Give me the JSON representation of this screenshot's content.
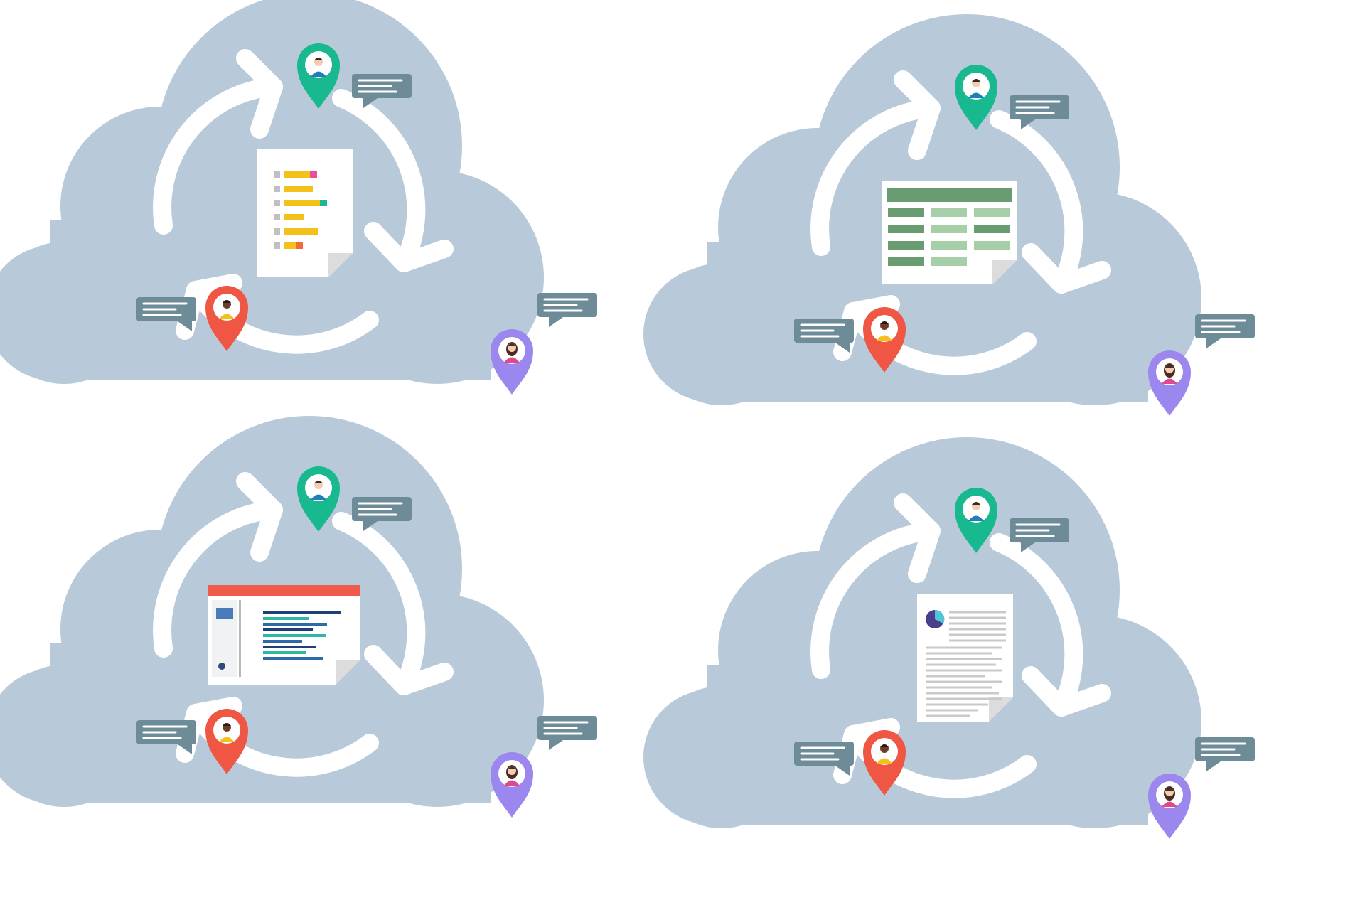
{
  "colors": {
    "background": "#ffffff",
    "cloud": "#b8c9d9",
    "arrow": "#ffffff",
    "bubble": "#6e8b98",
    "bubble_line": "#ffffff",
    "pin_green": "#18b98f",
    "pin_red": "#ef5643",
    "pin_purple": "#9b87ee",
    "paper": "#ffffff",
    "paper_fold": "#dcdcdc"
  },
  "clouds": [
    {
      "name": "cloud-collaboration-document-chart",
      "document_type": "bar-chart-document",
      "document_icon": "bar-list-document-icon"
    },
    {
      "name": "cloud-collaboration-spreadsheet",
      "document_type": "spreadsheet",
      "document_icon": "spreadsheet-icon"
    },
    {
      "name": "cloud-collaboration-presentation",
      "document_type": "presentation",
      "document_icon": "presentation-slide-icon"
    },
    {
      "name": "cloud-collaboration-text-document",
      "document_type": "text-document",
      "document_icon": "text-document-icon"
    }
  ],
  "participants": [
    {
      "name": "user-man-green",
      "pin_color": "pin_green",
      "icon": "map-pin-user-icon"
    },
    {
      "name": "user-man-red",
      "pin_color": "pin_red",
      "icon": "map-pin-user-icon"
    },
    {
      "name": "user-woman-purple",
      "pin_color": "pin_purple",
      "icon": "map-pin-user-icon"
    }
  ],
  "cycle_icon": "circular-arrows-icon",
  "message_icon": "chat-bubble-icon"
}
